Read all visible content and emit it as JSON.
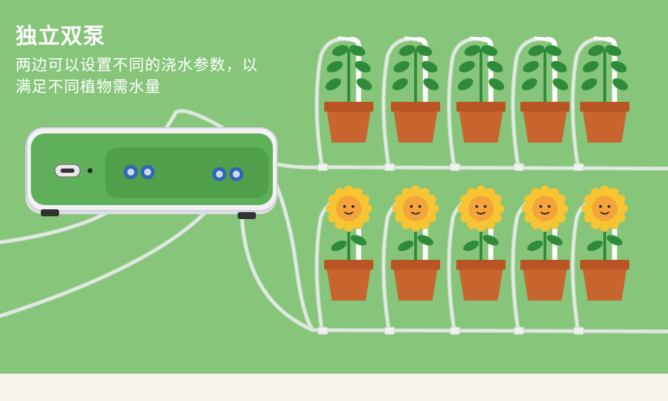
{
  "headline": "独立双泵",
  "subtext": {
    "line1": "两边可以设置不同的浇水参数，以",
    "line2": "满足不同植物需水量"
  },
  "colors": {
    "background": "#86c57a",
    "tube": "#dfece0",
    "pot": "#c8642e",
    "pot_rim": "#b95524",
    "leaf": "#2f8a3a",
    "petal": "#f7c531",
    "flower_face": "#f3a43a",
    "device_body": "#f2f2f4",
    "device_panel": "#5fb05a",
    "connector": "#2f66b8"
  },
  "icons": {
    "device": "water-pump-device-icon",
    "usb_port": "usb-c-port-icon",
    "outlet": "pump-outlet-icon",
    "plant": "leafy-plant-icon",
    "flower": "sunflower-icon",
    "stake": "drip-stake-icon",
    "tee": "tee-connector-icon"
  }
}
